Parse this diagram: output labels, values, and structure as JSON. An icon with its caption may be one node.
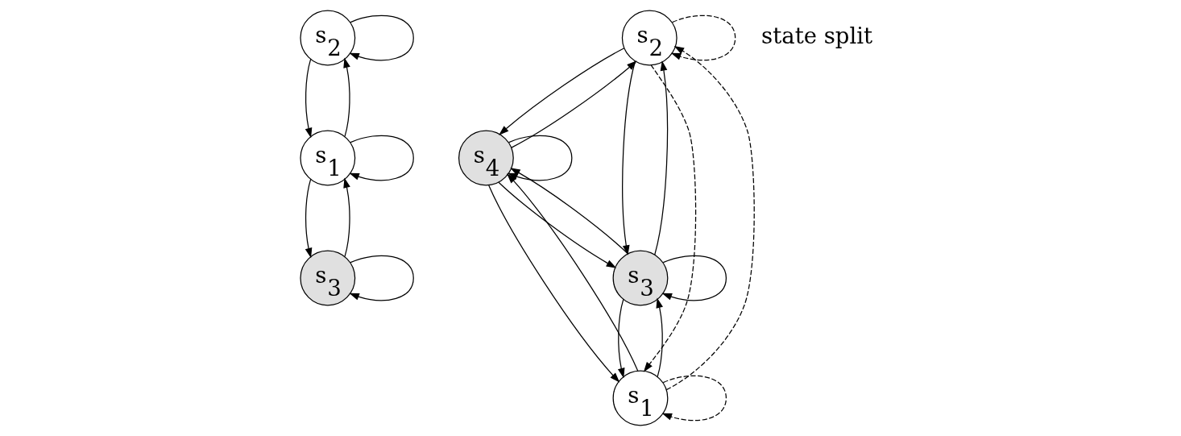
{
  "diagram": {
    "nodes": [
      {
        "text": [
          "s$_{2}$"
        ]
      },
      {
        "text": [
          "s$_{1}$"
        ]
      },
      {
        "text": [
          "s$_{3}$"
        ]
      },
      {
        "text": [
          "s$_{2}$"
        ]
      },
      {
        "text": [
          "s$_{4}$"
        ]
      },
      {
        "text": [
          "s$_{1}$"
        ]
      },
      {
        "text": [
          "s$_{3}$"
        ]
      }
    ],
    "edges": [
      {
        "from": 0,
        "to": 0,
        "arrow": "to"
      },
      {
        "from": 1,
        "to": 0,
        "arrow": "to"
      },
      {
        "from": 0,
        "to": 1,
        "arrow": "to"
      },
      {
        "from": 1,
        "to": 2,
        "arrow": "to"
      },
      {
        "from": 2,
        "to": 1,
        "arrow": "to"
      },
      {
        "from": 1,
        "to": 1,
        "arrow": "to"
      },
      {
        "from": 2,
        "to": 2,
        "arrow": "to"
      },
      {
        "from": 3,
        "to": 3,
        "arrow": "to",
        "style": "dashed"
      },
      {
        "from": 3,
        "to": 4,
        "arrow": "to"
      },
      {
        "from": 4,
        "to": 3,
        "arrow": "to"
      },
      {
        "from": 4,
        "to": 4,
        "arrow": "to"
      },
      {
        "from": 5,
        "to": 3,
        "arrow": "to",
        "style": "dashed"
      },
      {
        "from": 3,
        "to": 5,
        "arrow": "to",
        "style": "dashed"
      },
      {
        "from": 3,
        "to": 6,
        "arrow": "to"
      },
      {
        "from": 6,
        "to": 3,
        "arrow": "to"
      },
      {
        "from": 5,
        "to": 4,
        "arrow": "to"
      },
      {
        "from": 4,
        "to": 5,
        "arrow": "to"
      },
      {
        "from": 6,
        "to": 4,
        "arrow": "to"
      },
      {
        "from": 4,
        "to": 6,
        "arrow": "to"
      },
      {
        "from": 5,
        "to": 6,
        "arrow": "to"
      },
      {
        "from": 6,
        "to": 5,
        "arrow": "to"
      },
      {
        "from": 5,
        "to": 5,
        "arrow": "to",
        "style": "dashed"
      },
      {
        "from": 6,
        "to": 6,
        "arrow": "to"
      }
    ],
    "labels": [
      "state split"
    ]
  }
}
